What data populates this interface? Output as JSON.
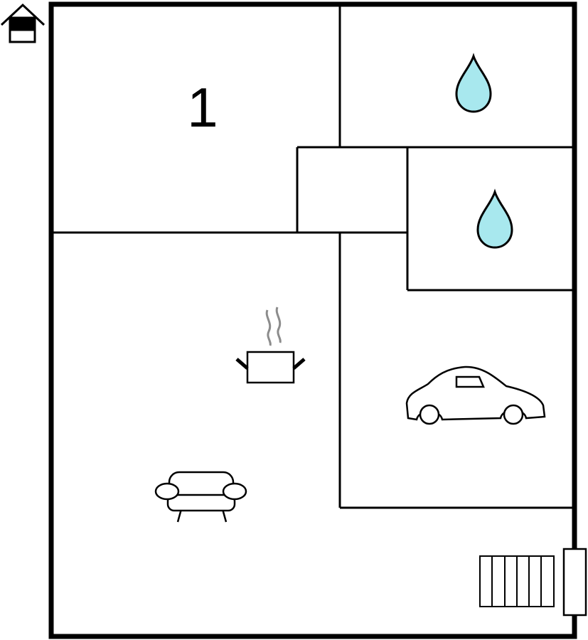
{
  "floorplan": {
    "rooms": [
      {
        "name": "bedroom",
        "label": "1",
        "icon": "bed-number"
      },
      {
        "name": "bathroom-upper",
        "label": "",
        "icon": "water-drop-icon"
      },
      {
        "name": "hallway",
        "label": "",
        "icon": ""
      },
      {
        "name": "bathroom-lower",
        "label": "",
        "icon": "water-drop-icon"
      },
      {
        "name": "living-kitchen",
        "label": "",
        "icon": "cooking-pot-icon"
      },
      {
        "name": "garage",
        "label": "",
        "icon": "car-icon"
      }
    ],
    "icons": [
      "house-entrance-icon",
      "water-drop-icon",
      "cooking-pot-icon",
      "car-icon",
      "sofa-icon",
      "stairs-icon",
      "door-icon"
    ],
    "colors": {
      "walls": "#000000",
      "water": "#a8e8ee",
      "steam": "#8c8c8c",
      "background": "#ffffff"
    }
  }
}
